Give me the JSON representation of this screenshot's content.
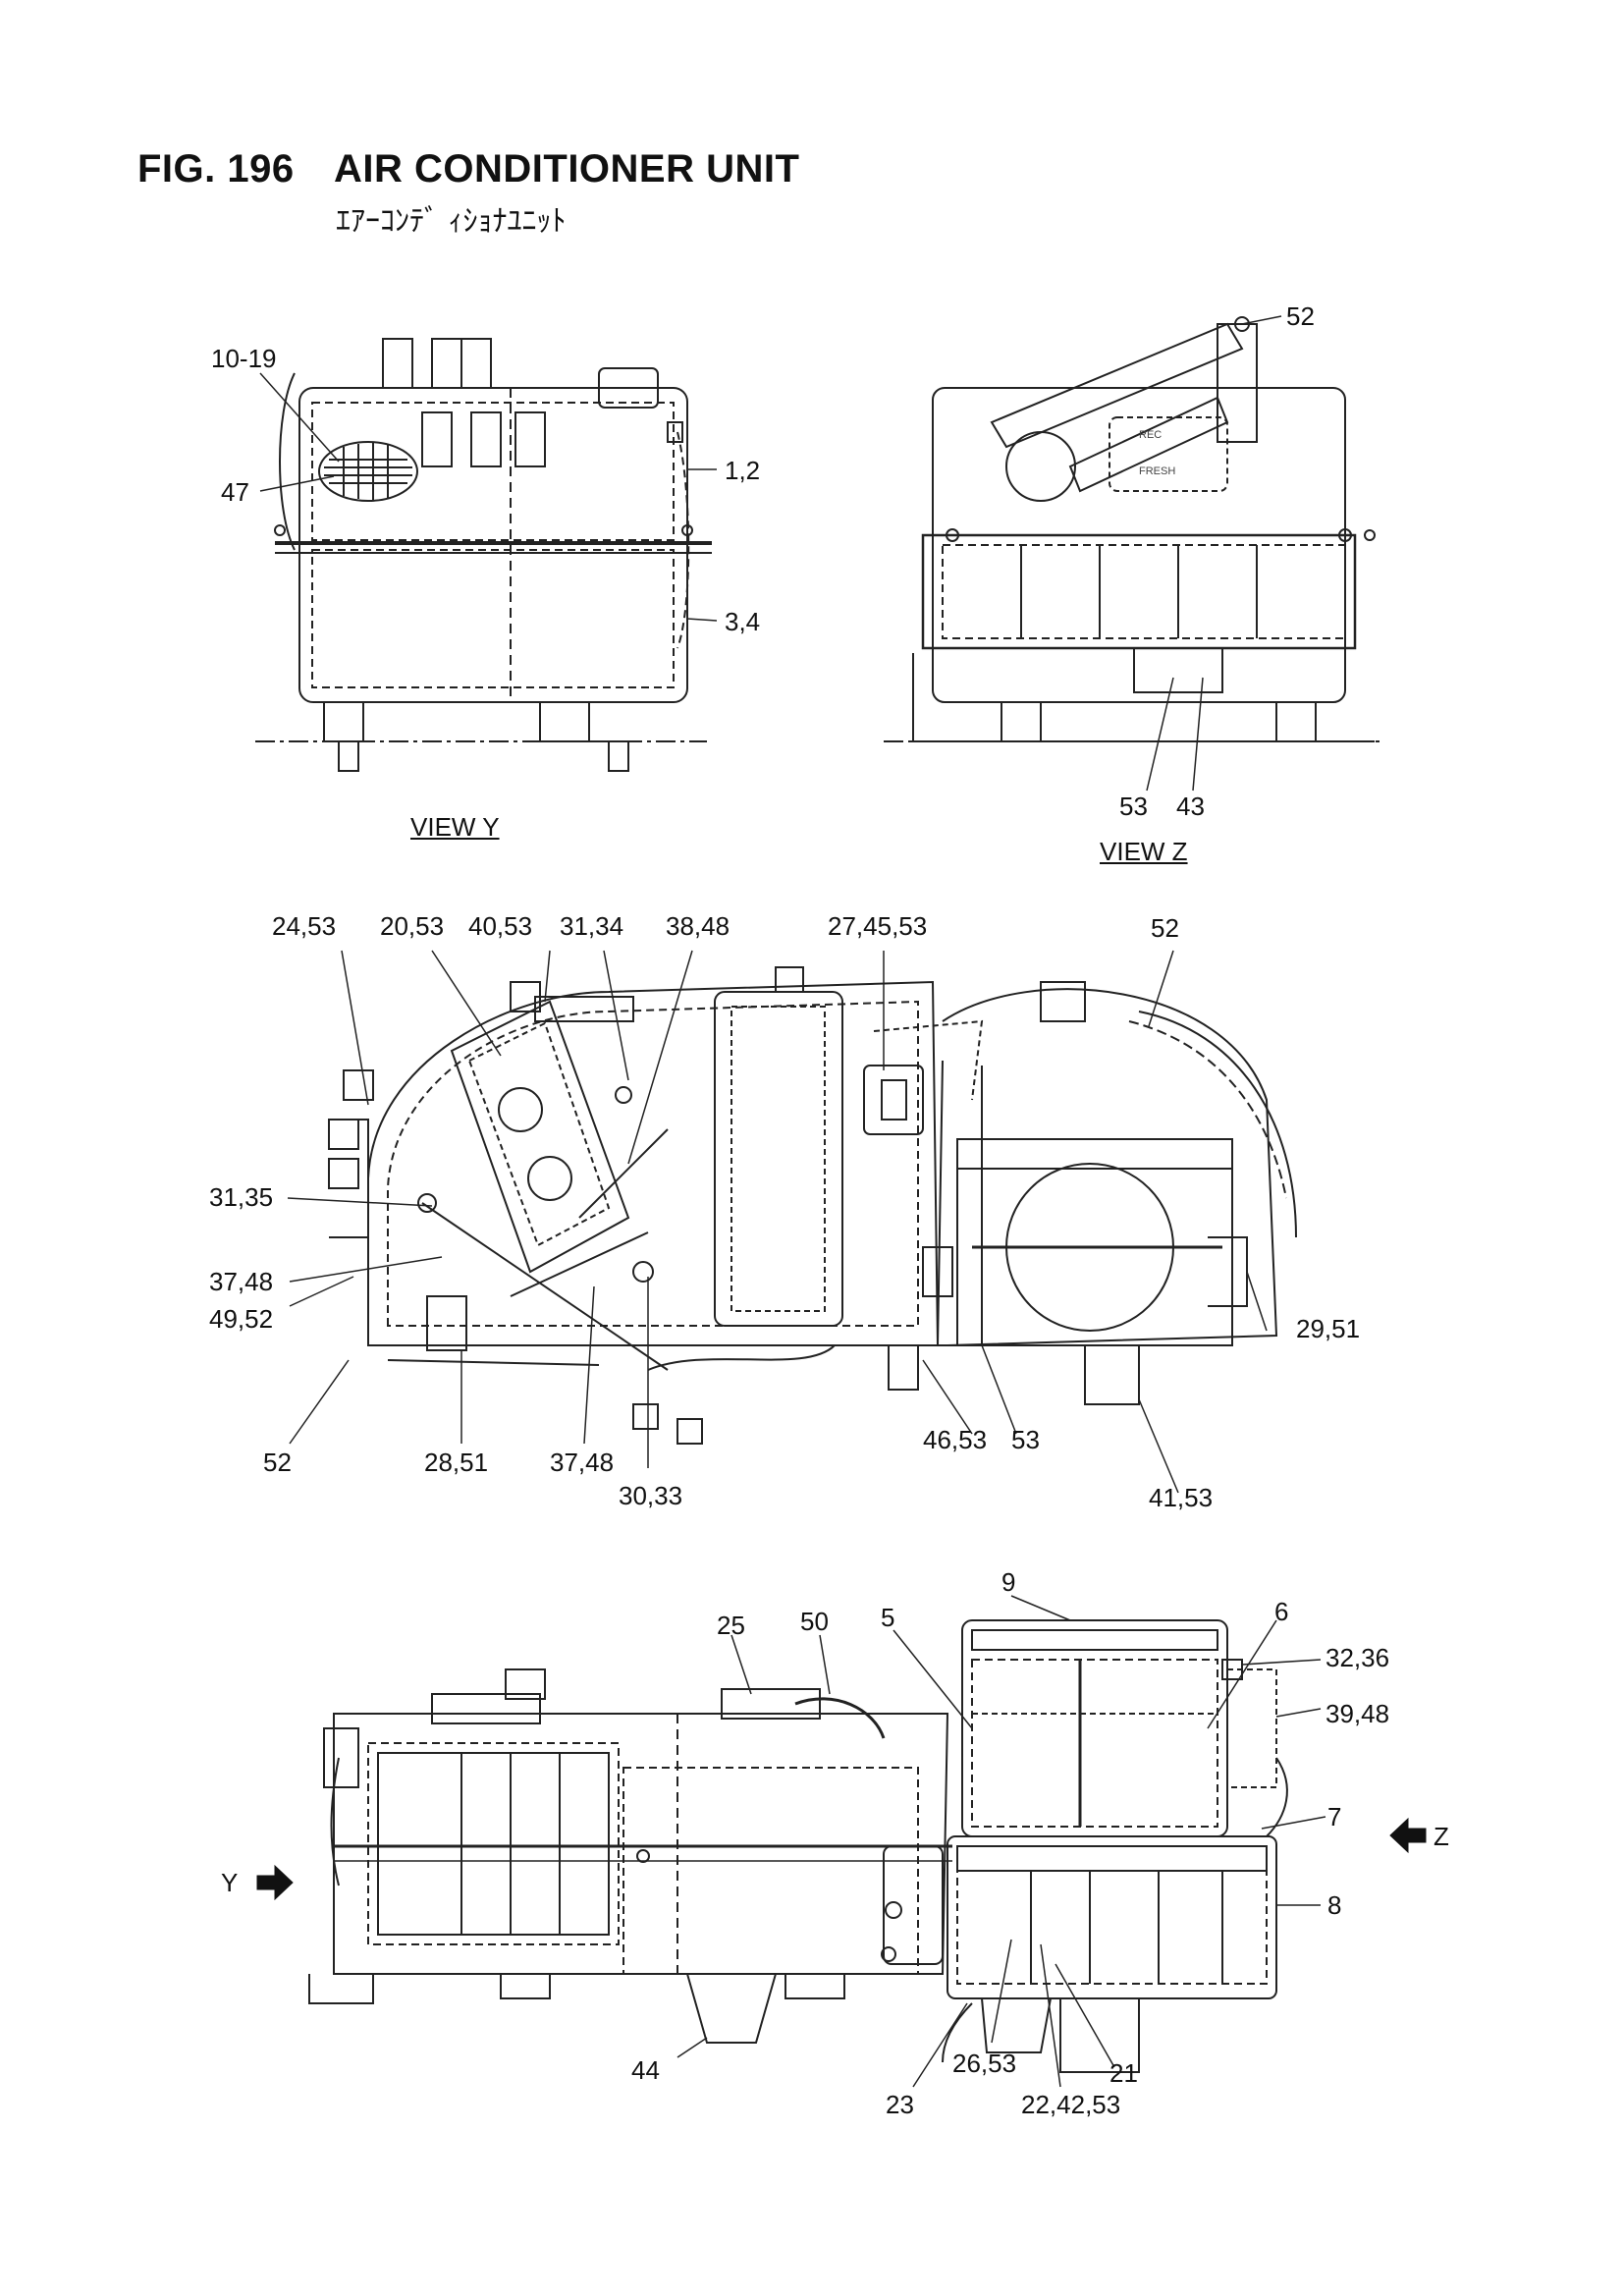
{
  "header": {
    "fig_number": "FIG. 196",
    "title": "AIR CONDITIONER UNIT",
    "subtitle_jp": "ｴｱｰｺﾝﾃﾞ ｨｼｮﾅﾕﾆｯﾄ"
  },
  "views": {
    "view_y": "VIEW Y",
    "view_z": "VIEW Z"
  },
  "side_markers": {
    "y": "Y",
    "z": "Z"
  },
  "inner_text": {
    "rec": "REC",
    "fresh": "FRESH"
  },
  "callouts": {
    "c_10_19": "10-19",
    "c_47": "47",
    "c_1_2": "1,2",
    "c_3_4": "3,4",
    "c_52_top": "52",
    "c_53_vz": "53",
    "c_43": "43",
    "c_24_53": "24,53",
    "c_20_53": "20,53",
    "c_40_53": "40,53",
    "c_31_34": "31,34",
    "c_38_48": "38,48",
    "c_27_45_53": "27,45,53",
    "c_52_mid": "52",
    "c_31_35": "31,35",
    "c_37_48_a": "37,48",
    "c_49_52": "49,52",
    "c_52_low": "52",
    "c_28_51": "28,51",
    "c_37_48_b": "37,48",
    "c_30_33": "30,33",
    "c_46_53": "46,53",
    "c_53_mid": "53",
    "c_29_51": "29,51",
    "c_41_53": "41,53",
    "c_9": "9",
    "c_25": "25",
    "c_50": "50",
    "c_5": "5",
    "c_6": "6",
    "c_32_36": "32,36",
    "c_39_48": "39,48",
    "c_7": "7",
    "c_8": "8",
    "c_44": "44",
    "c_23": "23",
    "c_26_53": "26,53",
    "c_22_42_53": "22,42,53",
    "c_21": "21"
  }
}
